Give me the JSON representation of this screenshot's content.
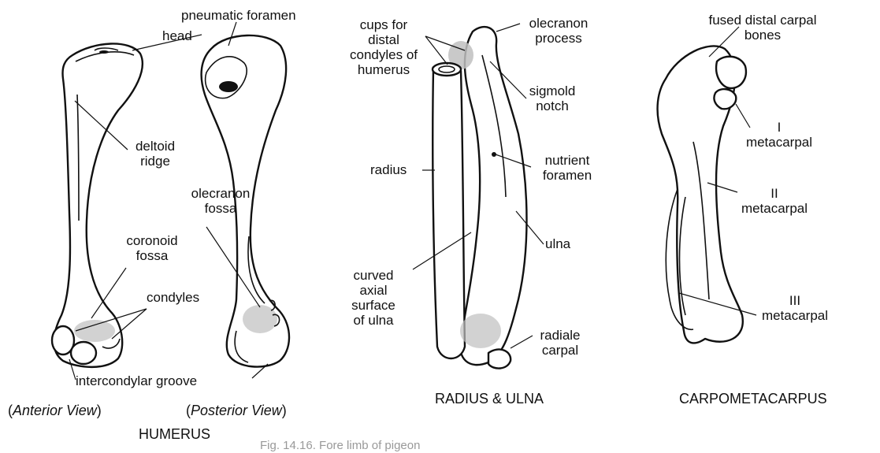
{
  "humerus": {
    "labels": {
      "pneumatic_foramen": "pneumatic foramen",
      "head": "head",
      "deltoid_ridge_1": "deltoid",
      "deltoid_ridge_2": "ridge",
      "olecranon_fossa_1": "olecranon",
      "olecranon_fossa_2": "fossa",
      "coronoid_fossa_1": "coronoid",
      "coronoid_fossa_2": "fossa",
      "condyles": "condyles",
      "intercondylar_groove": "intercondylar groove"
    },
    "anterior_view": "Anterior View",
    "posterior_view": "Posterior View",
    "caption": "HUMERUS"
  },
  "radius_ulna": {
    "labels": {
      "cups_1": "cups for",
      "cups_2": "distal",
      "cups_3": "condyles of",
      "cups_4": "humerus",
      "olecranon_process_1": "olecranon",
      "olecranon_process_2": "process",
      "sigmoid_notch_1": "sigmold",
      "sigmoid_notch_2": "notch",
      "radius": "radius",
      "nutrient_foramen_1": "nutrient",
      "nutrient_foramen_2": "foramen",
      "ulna": "ulna",
      "curved_1": "curved",
      "curved_2": "axial",
      "curved_3": "surface",
      "curved_4": "of ulna",
      "radiale_carpal_1": "radiale",
      "radiale_carpal_2": "carpal"
    },
    "caption": "RADIUS & ULNA"
  },
  "carpometacarpus": {
    "labels": {
      "fused_1": "fused distal carpal",
      "fused_2": "bones",
      "mc1_num": "I",
      "mc1_text": "metacarpal",
      "mc2_num": "II",
      "mc2_text": "metacarpal",
      "mc3_num": "III",
      "mc3_text": "metacarpal"
    },
    "caption": "CARPOMETACARPUS"
  },
  "figure_caption": "Fig. 14.16. Fore limb of pigeon"
}
